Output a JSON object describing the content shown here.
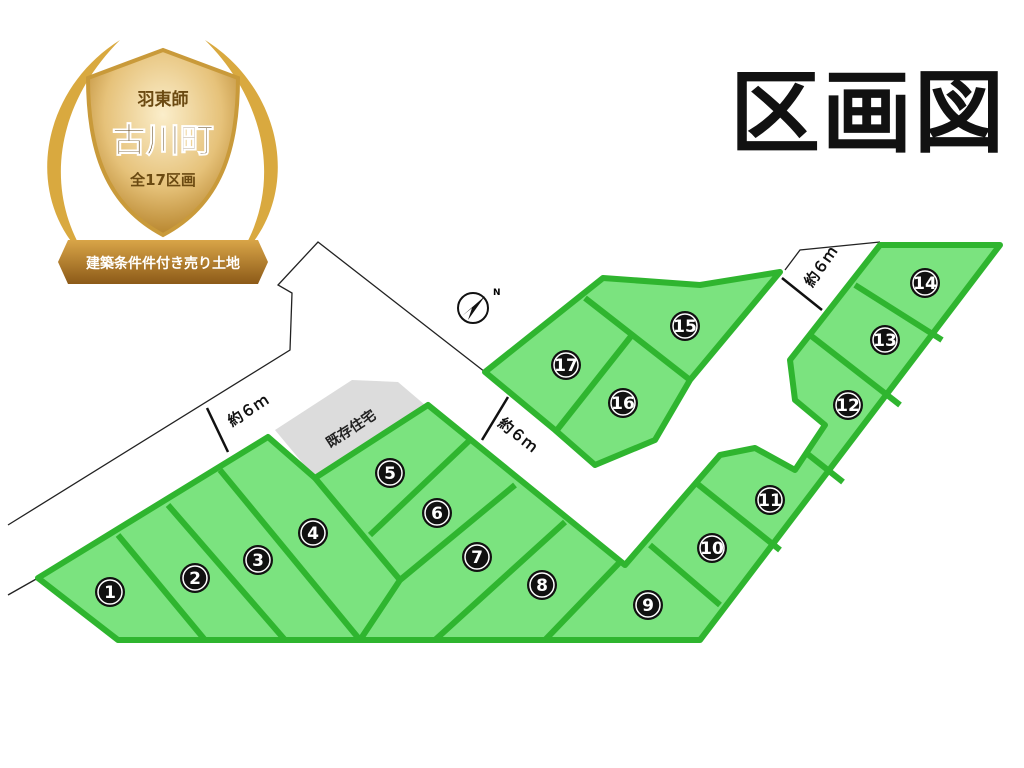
{
  "title": "区画図",
  "badge": {
    "area": "羽東師",
    "town": "古川町",
    "count": "全17区画",
    "ribbon": "建築条件件付き売り土地"
  },
  "existing_house": "既存住宅",
  "road_width": "約６ｍ",
  "compass": "N",
  "lots": [
    "1",
    "2",
    "3",
    "4",
    "5",
    "6",
    "7",
    "8",
    "9",
    "10",
    "11",
    "12",
    "13",
    "14",
    "15",
    "16",
    "17"
  ],
  "colors": {
    "lot_fill": "#7be37f",
    "lot_border": "#2fb52f",
    "house": "#dcdcdc"
  }
}
